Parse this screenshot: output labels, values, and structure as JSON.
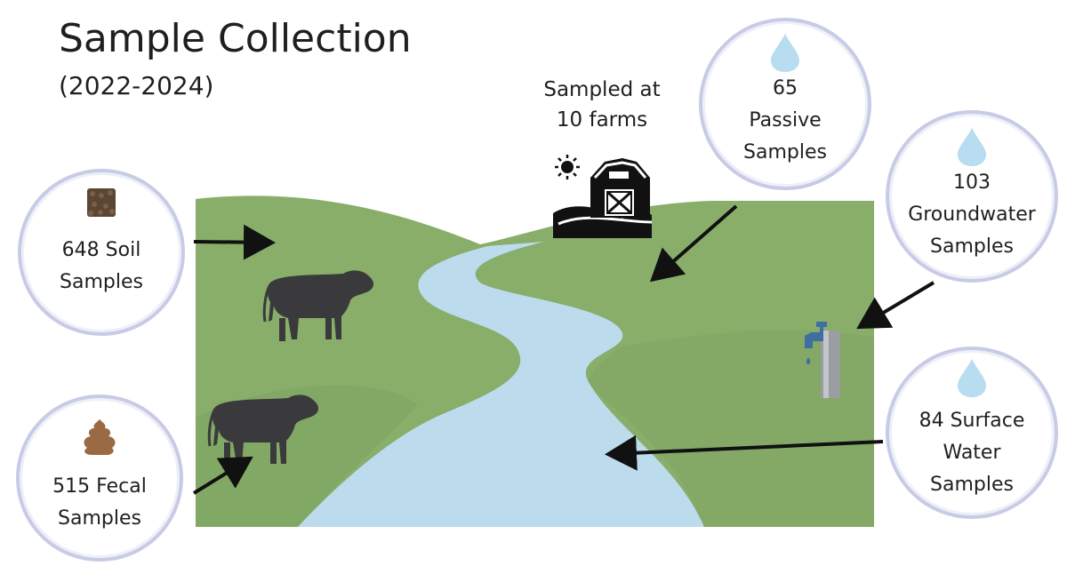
{
  "title": "Sample Collection",
  "subtitle": "(2022-2024)",
  "farm_caption": [
    "Sampled at",
    "10 farms"
  ],
  "bubbles": {
    "soil": {
      "lines": [
        "648 Soil",
        "Samples"
      ],
      "icon": "soil-icon"
    },
    "fecal": {
      "lines": [
        "515 Fecal",
        "Samples"
      ],
      "icon": "fecal-icon"
    },
    "passive": {
      "lines": [
        "65",
        "Passive",
        "Samples"
      ],
      "icon": "water-drop-icon"
    },
    "groundwater": {
      "lines": [
        "103",
        "Groundwater",
        "Samples"
      ],
      "icon": "water-drop-icon"
    },
    "surface": {
      "lines": [
        "84 Surface",
        "Water",
        "Samples"
      ],
      "icon": "water-drop-icon"
    }
  },
  "colors": {
    "grass": "#88ae6a",
    "grass_dark": "#7a9f5e",
    "river": "#bcdcee",
    "bubble_border": "#c9cbe6",
    "cow": "#3a3a3d",
    "drop": "#b8dcf0",
    "arrow": "#111111"
  }
}
